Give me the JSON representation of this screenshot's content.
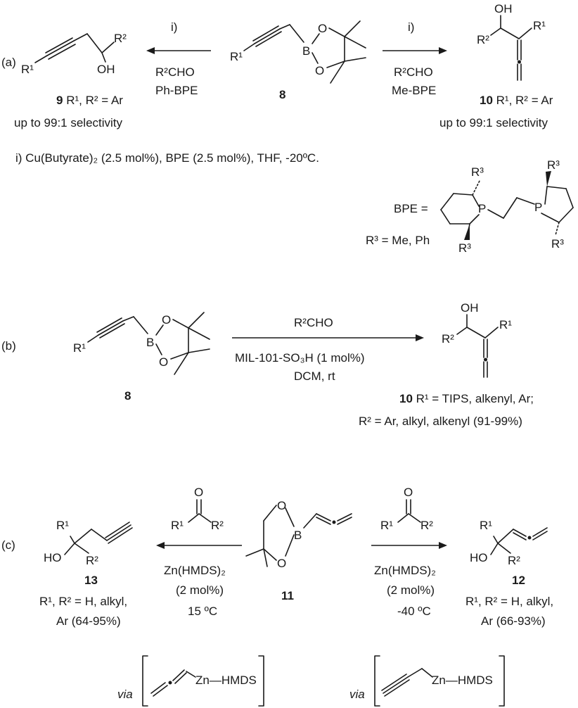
{
  "panel_a": {
    "label": "(a)",
    "step_left": "i)",
    "step_right": "i)",
    "reagent": "R²CHO",
    "ligand_left": "Ph-BPE",
    "ligand_right": "Me-BPE",
    "sm_number": "8",
    "prod9_number": "9",
    "prod9_text": " R¹, R² = Ar",
    "prod9_sel": "up to 99:1 selectivity",
    "prod10_number": "10",
    "prod10_text": " R¹, R² = Ar",
    "prod10_sel": "up to 99:1 selectivity",
    "conditions": "i) Cu(Butyrate)₂ (2.5 mol%), BPE (2.5 mol%), THF, -20ºC.",
    "bpe_label": "BPE =",
    "r3_def": "R³ = Me, Ph"
  },
  "panel_b": {
    "label": "(b)",
    "reagent": "R²CHO",
    "catalyst": "MIL-101-SO₃H (1 mol%)",
    "solvent": "DCM, rt",
    "sm_number": "8",
    "prod_number": "10",
    "prod_line1": " R¹ = TIPS, alkenyl, Ar;",
    "prod_line2": "R² = Ar, alkyl, alkenyl (91-99%)"
  },
  "panel_c": {
    "label": "(c)",
    "left_cat": "Zn(HMDS)₂",
    "left_load": "(2 mol%)",
    "left_temp": "15 ºC",
    "right_cat": "Zn(HMDS)₂",
    "right_load": "(2 mol%)",
    "right_temp": "-40 ºC",
    "sm_number": "11",
    "prod13_number": "13",
    "prod13_line1": "R¹, R² = H, alkyl,",
    "prod13_line2": "Ar (64-95%)",
    "prod12_number": "12",
    "prod12_line1": "R¹, R² = H, alkyl,",
    "prod12_line2": "Ar (66-93%)",
    "via_left": "via",
    "via_right": "via",
    "zn_left": "Zn—HMDS",
    "zn_right": "Zn—HMDS"
  },
  "atoms": {
    "O": "O",
    "B": "B",
    "P": "P",
    "OH": "OH",
    "HO": "HO",
    "R1": "R¹",
    "R2": "R²",
    "R3": "R³"
  }
}
